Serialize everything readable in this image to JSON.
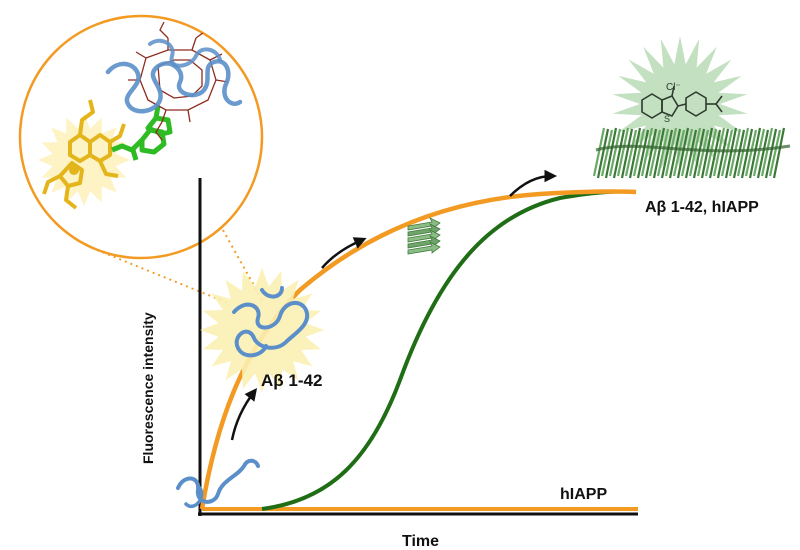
{
  "axes": {
    "x_label": "Time",
    "y_label": "Fluorescence intensity"
  },
  "annotations": {
    "abeta_label": "Aβ 1-42",
    "final_label": "Aβ 1-42, hIAPP",
    "baseline_label": "hIAPP"
  },
  "icons": {
    "monomer": "random-coil-monomer-icon",
    "oligomer": "glowing-oligomer-icon",
    "protofibril": "beta-sheet-protofibril-icon",
    "fibril": "amyloid-fibril-icon",
    "dye": "thioflavin-t-molecule-icon",
    "probe": "fluorescent-probe-molecule-icon"
  },
  "colors": {
    "orange_curve": "#f39a23",
    "green_curve": "#1f6e16",
    "blue_coil": "#5b8fc9",
    "glow_yellow": "#fbefb2",
    "fibril_green": "#4f8f4a",
    "dye_glow": "#a9d2a9",
    "probe_yellow": "#e3b51b",
    "linker_green": "#2ebb24",
    "peptide_red": "#8f2c1e",
    "axis": "#111111"
  }
}
